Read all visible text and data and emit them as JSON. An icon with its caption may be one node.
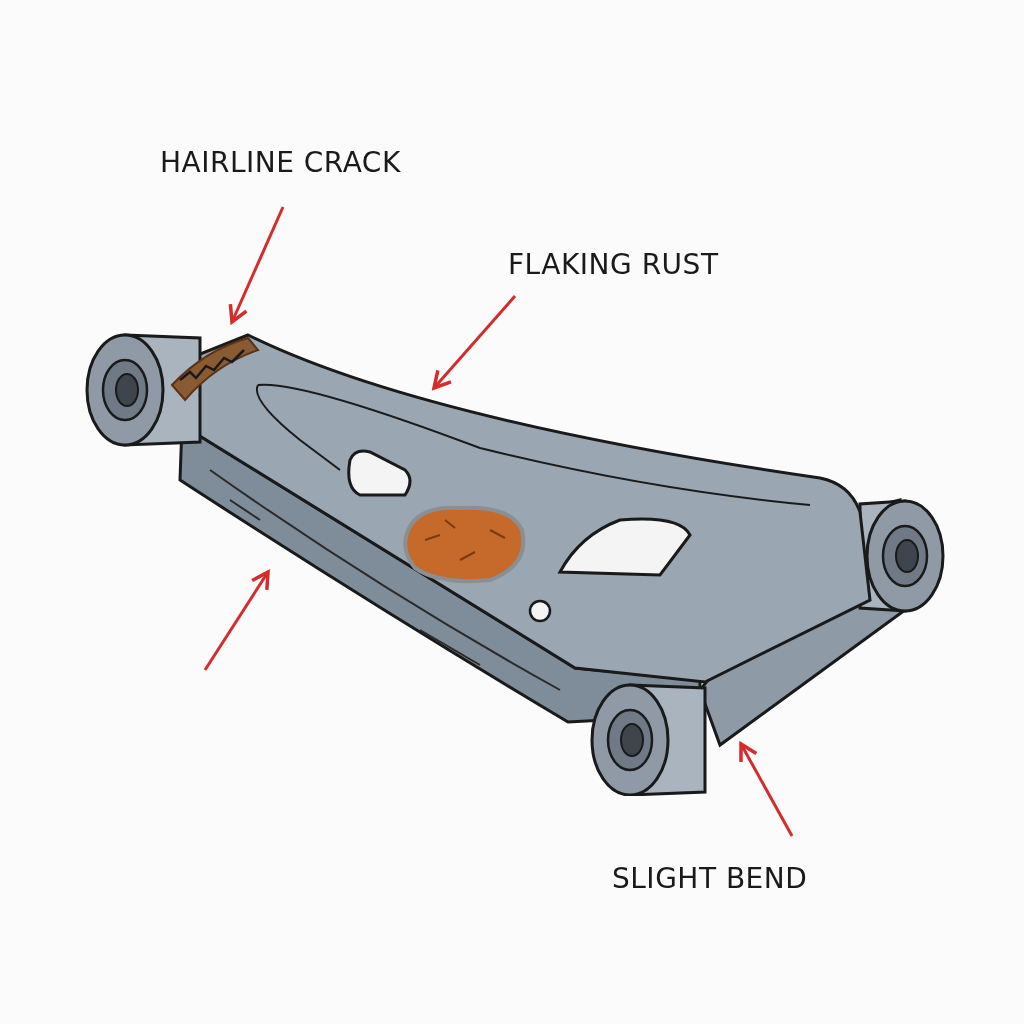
{
  "diagram": {
    "nodes": [
      {
        "text": [
          "HAIRLINE CRACK"
        ]
      },
      {
        "text": [
          "FLAKING RUST"
        ]
      },
      {
        "text": [
          "SLIGHT BEND"
        ]
      },
      {
        "text": [],
        "shape": "picture"
      }
    ],
    "edges": [
      {
        "from": 0,
        "to": 3,
        "arrow": "to"
      },
      {
        "from": 1,
        "to": 3,
        "arrow": "to"
      },
      {
        "from": null,
        "to": 3,
        "arrow": "to"
      },
      {
        "from": 2,
        "to": 3,
        "arrow": "to"
      }
    ]
  }
}
